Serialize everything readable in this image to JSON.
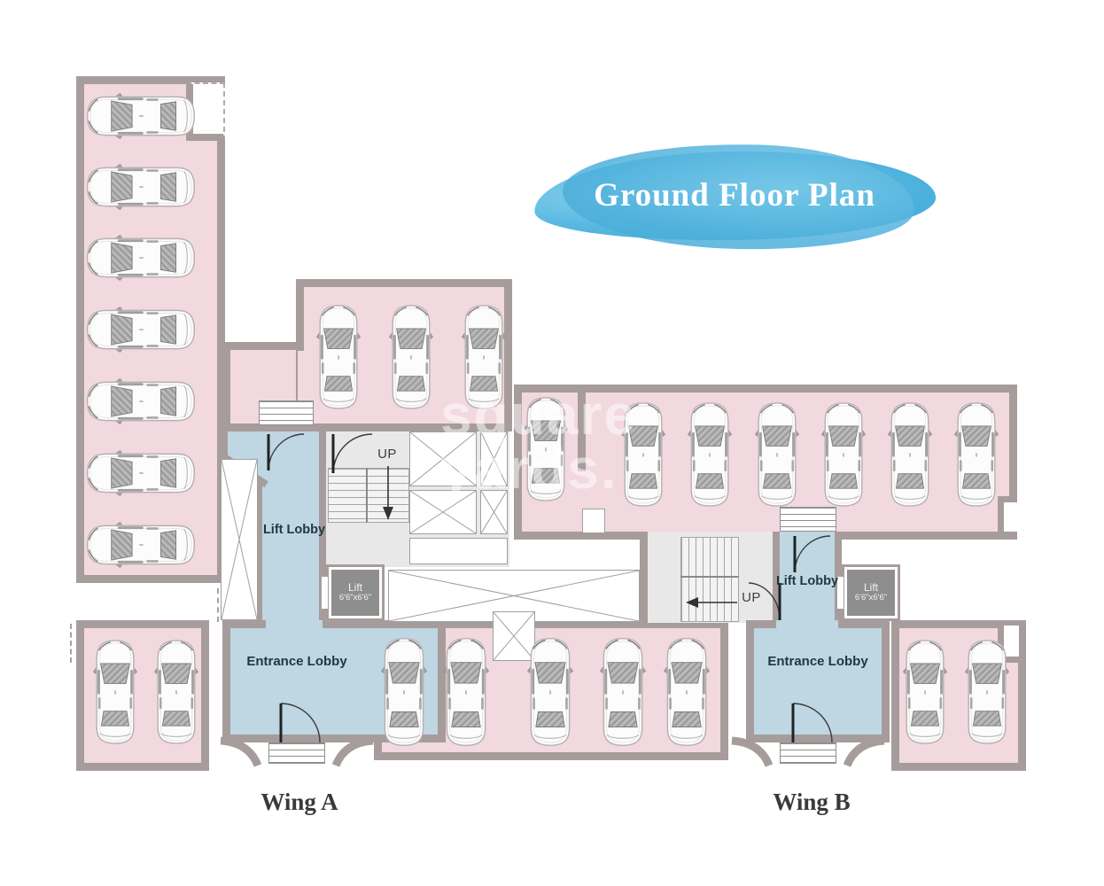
{
  "title": "Ground Floor Plan",
  "watermark": {
    "line1": "square",
    "line2": "yards."
  },
  "wings": {
    "a": {
      "name": "Wing A",
      "lift_lobby": "Lift Lobby",
      "entrance_lobby": "Entrance Lobby",
      "stairs_label": "UP",
      "lift_label": "Lift",
      "lift_size": "6'6\"x6'6\""
    },
    "b": {
      "name": "Wing B",
      "lift_lobby": "Lift Lobby",
      "entrance_lobby": "Entrance Lobby",
      "stairs_label": "UP",
      "lift_label": "Lift",
      "lift_size": "6'6\"x6'6\""
    }
  },
  "parking": {
    "left_column": {
      "cars": 7
    },
    "top_middle": {
      "cars": 3
    },
    "right_band": {
      "cars": 7
    },
    "bottom_left": {
      "cars": 2
    },
    "bottom_middle": {
      "cars": 5
    },
    "bottom_right": {
      "cars": 2
    },
    "total_cars": 26
  },
  "colors": {
    "parking_fill": "#f2d8df",
    "wall": "#a79c9c",
    "lobby_fill": "#bed7e2",
    "stair_fill": "#e9e8e8",
    "lift_fill": "#8e8e8e",
    "title_blue": "#49b0dc",
    "label_text": "#24363f",
    "wing_text": "#3a3a3a"
  }
}
